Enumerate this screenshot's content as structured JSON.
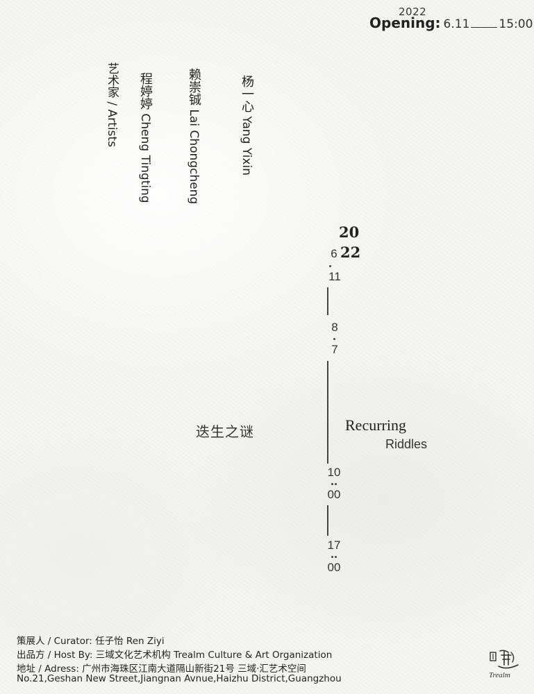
{
  "opening": {
    "year": "2022",
    "label": "Opening:",
    "date": "6.11",
    "time": "15:00"
  },
  "artists": {
    "heading": "艺术家 / Artists",
    "list": [
      {
        "cn": "程婷婷",
        "en": "Cheng Tingting"
      },
      {
        "cn": "赖崇铖",
        "en": "Lai Chongcheng"
      },
      {
        "cn": "杨一心",
        "en": "Yang Yixin"
      }
    ]
  },
  "timeline": {
    "year_top": "20",
    "year_bottom": "22",
    "start_month": "6",
    "start_day": "11",
    "end_month": "8",
    "end_day": "7",
    "open_hour": "10",
    "open_min": "00",
    "close_hour": "17",
    "close_min": "00"
  },
  "title": {
    "cn": "迭生之谜",
    "en_line1": "Recurring",
    "en_line2": "Riddles"
  },
  "info": {
    "curator": "策展人 / Curator: 任子怡 Ren Ziyi",
    "host": "出品方 / Host By: 三域文化艺术机构 Trealm Culture & Art Organization",
    "address_cn": "地址 / Adress: 广州市海珠区江南大道隔山新街21号 三域·汇艺术空间",
    "address_en": "No.21,Geshan New Street,Jiangnan Avnue,Haizhu District,Guangzhou"
  },
  "logo": {
    "text": "Trealm",
    "icon": "trealm-logo-icon"
  }
}
